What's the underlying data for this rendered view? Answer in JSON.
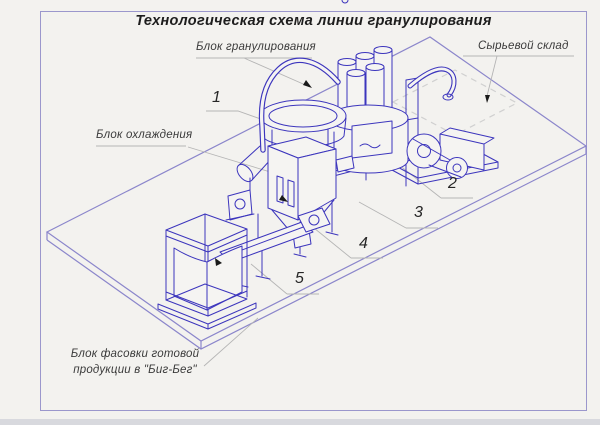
{
  "title": "Технологическая схема линии гранулирования",
  "labels": {
    "granulation_block": "Блок гранулирования",
    "raw_material_warehouse": "Сырьевой склад",
    "cooling_block": "Блок охлаждения",
    "packing_block_line1": "Блок фасовки готовой",
    "packing_block_line2": "продукции в \"Биг-Бег\""
  },
  "callouts": [
    "1",
    "2",
    "3",
    "4",
    "5"
  ],
  "colors": {
    "machinery_line": "#3c35bd",
    "platform_line": "#8b86cb",
    "frame_border": "#9b97cc",
    "leader_line": "#b5b5b5",
    "dashed_outline": "#d0d0d0",
    "label_text": "#3b3b3b",
    "background": "#f3f2ef",
    "arrow": "#1a1a1a"
  }
}
